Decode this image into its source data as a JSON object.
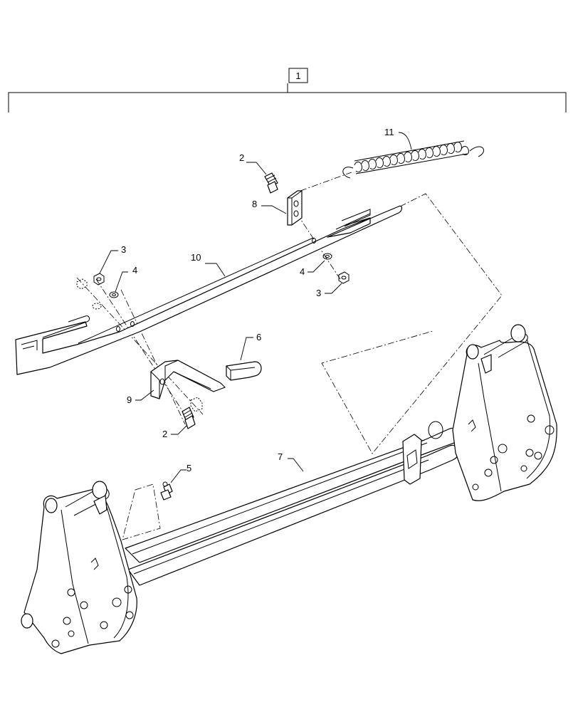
{
  "assembly_callout": "1",
  "callouts": {
    "c11": "11",
    "c2_top": "2",
    "c8": "8",
    "c10": "10",
    "c3_left": "3",
    "c4_left": "4",
    "c4_right": "4",
    "c3_right": "3",
    "c6": "6",
    "c9": "9",
    "c2_bottom": "2",
    "c7": "7",
    "c5": "5"
  }
}
